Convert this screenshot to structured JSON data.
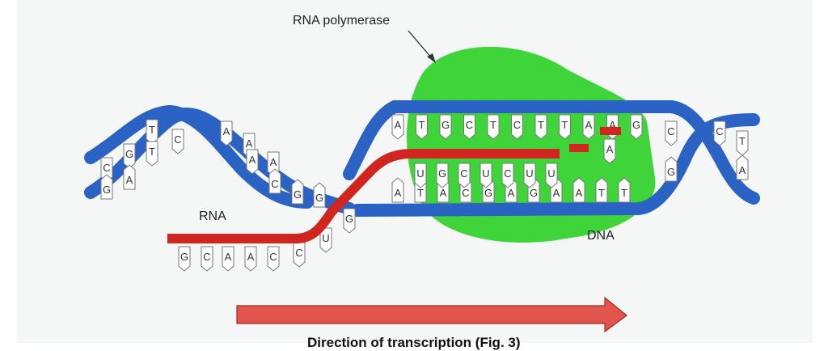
{
  "labels": {
    "polymerase": "RNA polymerase",
    "rna": "RNA",
    "dna": "DNA",
    "direction": "Direction of transcription (Fig. 3)"
  },
  "colors": {
    "background": "#f5f6f6",
    "dna_backbone": "#2a63c4",
    "polymerase": "#3fd43a",
    "rna_strand": "#d0261f",
    "arrow": "#e2544e",
    "base_fill": "#ffffff"
  },
  "bases": {
    "left_upper": [
      "T",
      "C",
      "A",
      "A"
    ],
    "left_lower": [
      "C",
      "G",
      "T",
      "A",
      "A"
    ],
    "left_lower2": [
      "G",
      "A",
      "C",
      "G",
      "G"
    ],
    "coding_strand": [
      "A",
      "T",
      "G",
      "C",
      "T",
      "C",
      "T",
      "T",
      "A",
      "A",
      "G"
    ],
    "template_strand": [
      "A",
      "T",
      "A",
      "C",
      "G",
      "A",
      "G",
      "A",
      "A",
      "T",
      "T"
    ],
    "rna_paired": [
      "U",
      "G",
      "C",
      "U",
      "C",
      "U",
      "U"
    ],
    "rna_tail": [
      "G",
      "C",
      "A",
      "A",
      "C",
      "C",
      "U",
      "G"
    ],
    "incoming_nucleotide": "A",
    "right_upper": [
      "C",
      "C",
      "T"
    ],
    "right_lower": [
      "G",
      "A"
    ]
  }
}
